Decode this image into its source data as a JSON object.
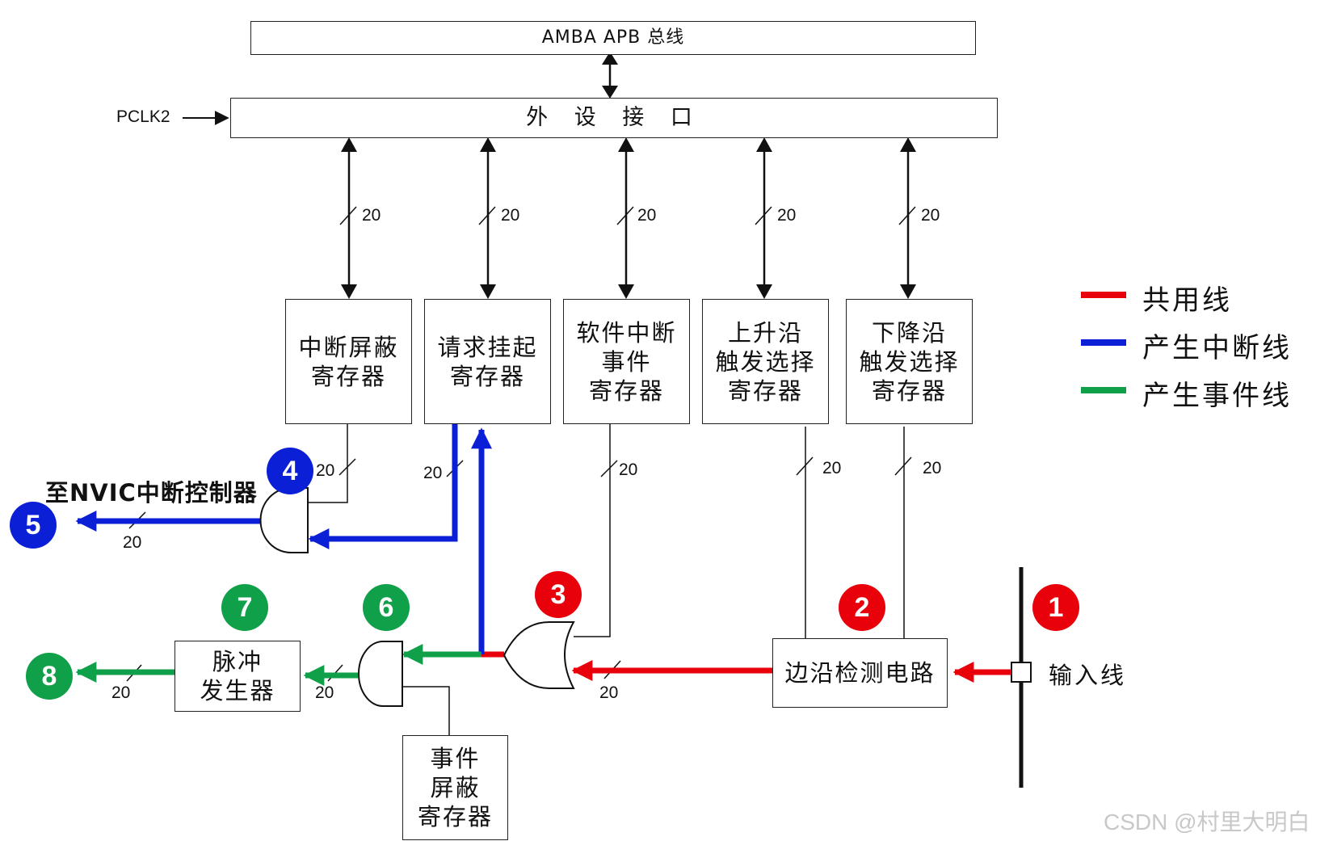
{
  "bus": {
    "label": "AMBA APB 总线"
  },
  "peripheral_interface": {
    "label": "外 设 接 口"
  },
  "clock": {
    "label": "PCLK2"
  },
  "registers": {
    "interrupt_mask": "中断屏蔽\n寄存器",
    "pending_request": "请求挂起\n寄存器",
    "software_interrupt_event": "软件中断\n事件\n寄存器",
    "rising_trigger": "上升沿\n触发选择\n寄存器",
    "falling_trigger": "下降沿\n触发选择\n寄存器",
    "event_mask": "事件\n屏蔽\n寄存器"
  },
  "blocks": {
    "edge_detect": "边沿检测电路",
    "pulse_generator": "脉冲\n发生器"
  },
  "labels": {
    "to_nvic": "至NVIC中断控制器",
    "input_line": "输入线",
    "bus_width": "20"
  },
  "badges": [
    {
      "num": "1",
      "color": "#e8000b"
    },
    {
      "num": "2",
      "color": "#e8000b"
    },
    {
      "num": "3",
      "color": "#e8000b"
    },
    {
      "num": "4",
      "color": "#0a1fd6"
    },
    {
      "num": "5",
      "color": "#0a1fd6"
    },
    {
      "num": "6",
      "color": "#10a04a"
    },
    {
      "num": "7",
      "color": "#10a04a"
    },
    {
      "num": "8",
      "color": "#10a04a"
    }
  ],
  "legend": [
    {
      "label": "共用线",
      "color": "#e8000b"
    },
    {
      "label": "产生中断线",
      "color": "#0a1fd6"
    },
    {
      "label": "产生事件线",
      "color": "#10a04a"
    }
  ],
  "colors": {
    "shared": "#e8000b",
    "interrupt": "#0a1fd6",
    "event": "#10a04a"
  },
  "watermark": "CSDN @村里大明白"
}
